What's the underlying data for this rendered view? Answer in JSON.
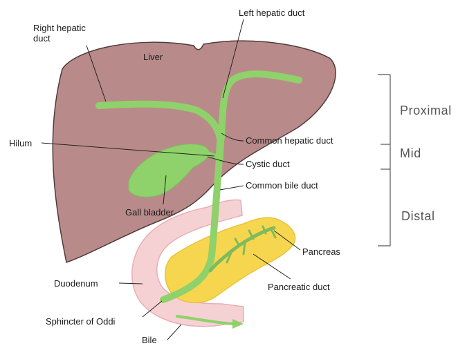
{
  "labels": {
    "left_hepatic_duct": "Left hepatic duct",
    "right_hepatic_duct": "Right hepatic\nduct",
    "liver": "Liver",
    "hilum": "Hilum",
    "common_hepatic_duct": "Common hepatic duct",
    "cystic_duct": "Cystic duct",
    "common_bile_duct": "Common bile duct",
    "gall_bladder": "Gall bladder",
    "pancreas": "Pancreas",
    "duodenum": "Duodenum",
    "pancreatic_duct": "Pancreatic duct",
    "sphincter_of_oddi": "Sphincter of Oddi",
    "bile": "Bile"
  },
  "segments": {
    "proximal": "Proximal",
    "mid": "Mid",
    "distal": "Distal"
  },
  "colors": {
    "liver_fill": "#b98a8a",
    "liver_stroke": "#4f3b3b",
    "gallbladder_fill": "#8fd16a",
    "duct_green": "#8fd16a",
    "duodenum_fill": "#f6cfd2",
    "duodenum_stroke": "#e7aab0",
    "pancreas_fill": "#f6d64e",
    "pancreas_stroke": "#e9c33a",
    "leader_line": "#222222",
    "bracket_line": "#555555"
  }
}
